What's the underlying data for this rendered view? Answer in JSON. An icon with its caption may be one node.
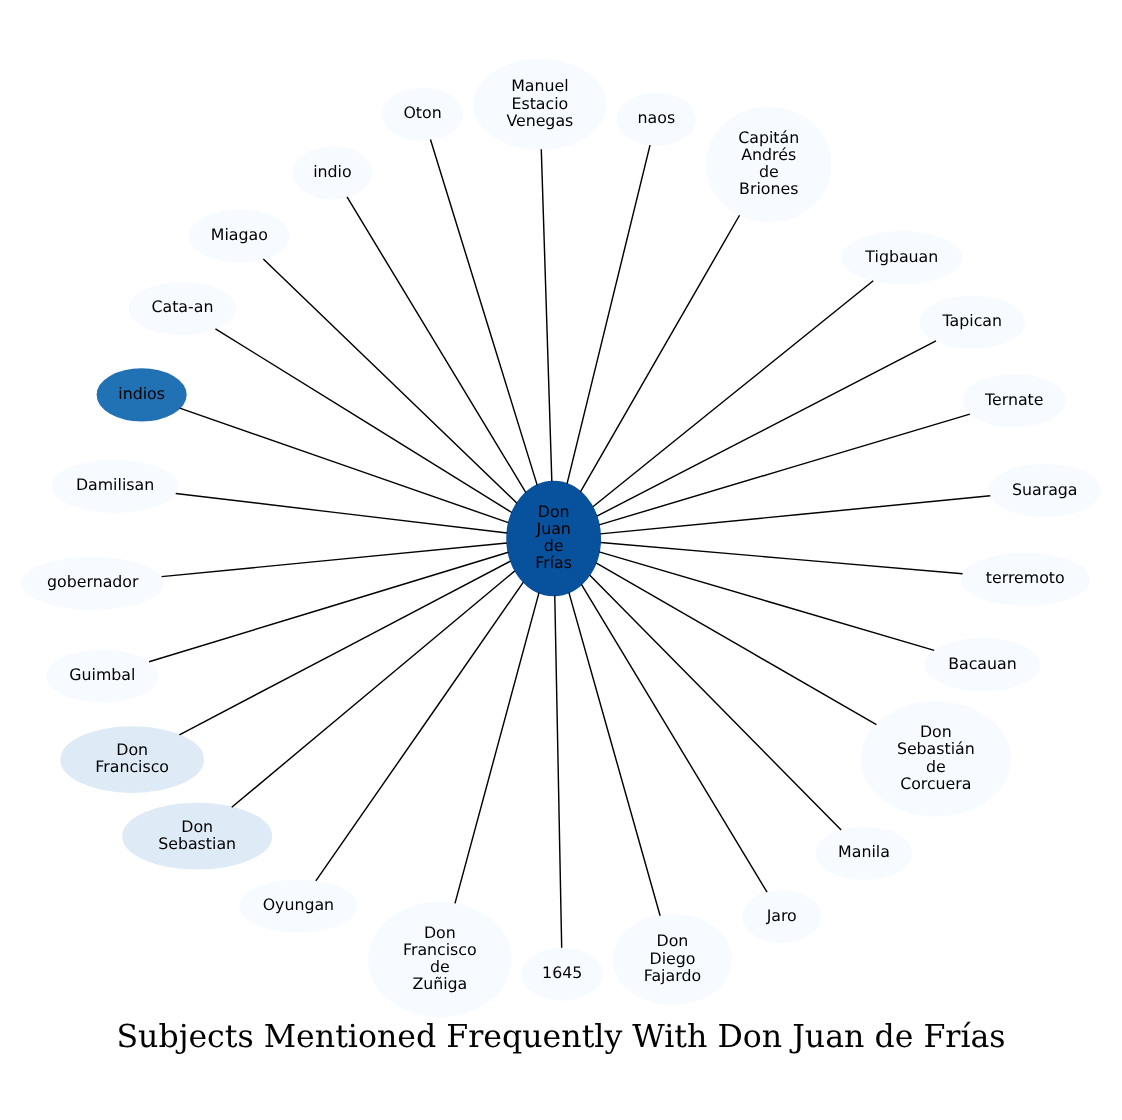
{
  "diagram": {
    "title": "Subjects Mentioned Frequently With Don Juan de Frías",
    "nodes": [
      {
        "text": [
          "Don Juan de Frías"
        ]
      },
      {
        "text": [
          "Suaraga"
        ]
      },
      {
        "text": [
          "Ternate"
        ]
      },
      {
        "text": [
          "Tapican"
        ]
      },
      {
        "text": [
          "Tigbauan"
        ]
      },
      {
        "text": [
          "Capitán Andrés de Briones"
        ]
      },
      {
        "text": [
          "naos"
        ]
      },
      {
        "text": [
          "Manuel Estacio Venegas"
        ]
      },
      {
        "text": [
          "Oton"
        ]
      },
      {
        "text": [
          "indio"
        ]
      },
      {
        "text": [
          "Miagao"
        ]
      },
      {
        "text": [
          "Cata-an"
        ]
      },
      {
        "text": [
          "indios"
        ]
      },
      {
        "text": [
          "Damilisan"
        ]
      },
      {
        "text": [
          "gobernador"
        ]
      },
      {
        "text": [
          "Guimbal"
        ]
      },
      {
        "text": [
          "Don Francisco"
        ]
      },
      {
        "text": [
          "Don Sebastian"
        ]
      },
      {
        "text": [
          "Oyungan"
        ]
      },
      {
        "text": [
          "Don Francisco de Zuñiga"
        ]
      },
      {
        "text": [
          "1645"
        ]
      },
      {
        "text": [
          "Don Diego Fajardo"
        ]
      },
      {
        "text": [
          "Jaro"
        ]
      },
      {
        "text": [
          "Manila"
        ]
      },
      {
        "text": [
          "Don Sebastián de Corcuera"
        ]
      },
      {
        "text": [
          "Bacauan"
        ]
      },
      {
        "text": [
          "terremoto"
        ]
      }
    ],
    "edges": [
      {
        "from": 0,
        "to": 1,
        "arrow": "none"
      },
      {
        "from": 0,
        "to": 2,
        "arrow": "none"
      },
      {
        "from": 0,
        "to": 3,
        "arrow": "none"
      },
      {
        "from": 0,
        "to": 4,
        "arrow": "none"
      },
      {
        "from": 0,
        "to": 5,
        "arrow": "none"
      },
      {
        "from": 0,
        "to": 6,
        "arrow": "none"
      },
      {
        "from": 0,
        "to": 7,
        "arrow": "none"
      },
      {
        "from": 0,
        "to": 8,
        "arrow": "none"
      },
      {
        "from": 0,
        "to": 9,
        "arrow": "none"
      },
      {
        "from": 0,
        "to": 10,
        "arrow": "none"
      },
      {
        "from": 0,
        "to": 11,
        "arrow": "none"
      },
      {
        "from": 0,
        "to": 12,
        "arrow": "none"
      },
      {
        "from": 0,
        "to": 13,
        "arrow": "none"
      },
      {
        "from": 0,
        "to": 14,
        "arrow": "none"
      },
      {
        "from": 0,
        "to": 15,
        "arrow": "none"
      },
      {
        "from": 0,
        "to": 16,
        "arrow": "none"
      },
      {
        "from": 0,
        "to": 17,
        "arrow": "none"
      },
      {
        "from": 0,
        "to": 18,
        "arrow": "none"
      },
      {
        "from": 0,
        "to": 19,
        "arrow": "none"
      },
      {
        "from": 0,
        "to": 20,
        "arrow": "none"
      },
      {
        "from": 0,
        "to": 21,
        "arrow": "none"
      },
      {
        "from": 0,
        "to": 22,
        "arrow": "none"
      },
      {
        "from": 0,
        "to": 23,
        "arrow": "none"
      },
      {
        "from": 0,
        "to": 24,
        "arrow": "none"
      },
      {
        "from": 0,
        "to": 25,
        "arrow": "none"
      },
      {
        "from": 0,
        "to": 26,
        "arrow": "none"
      }
    ]
  }
}
